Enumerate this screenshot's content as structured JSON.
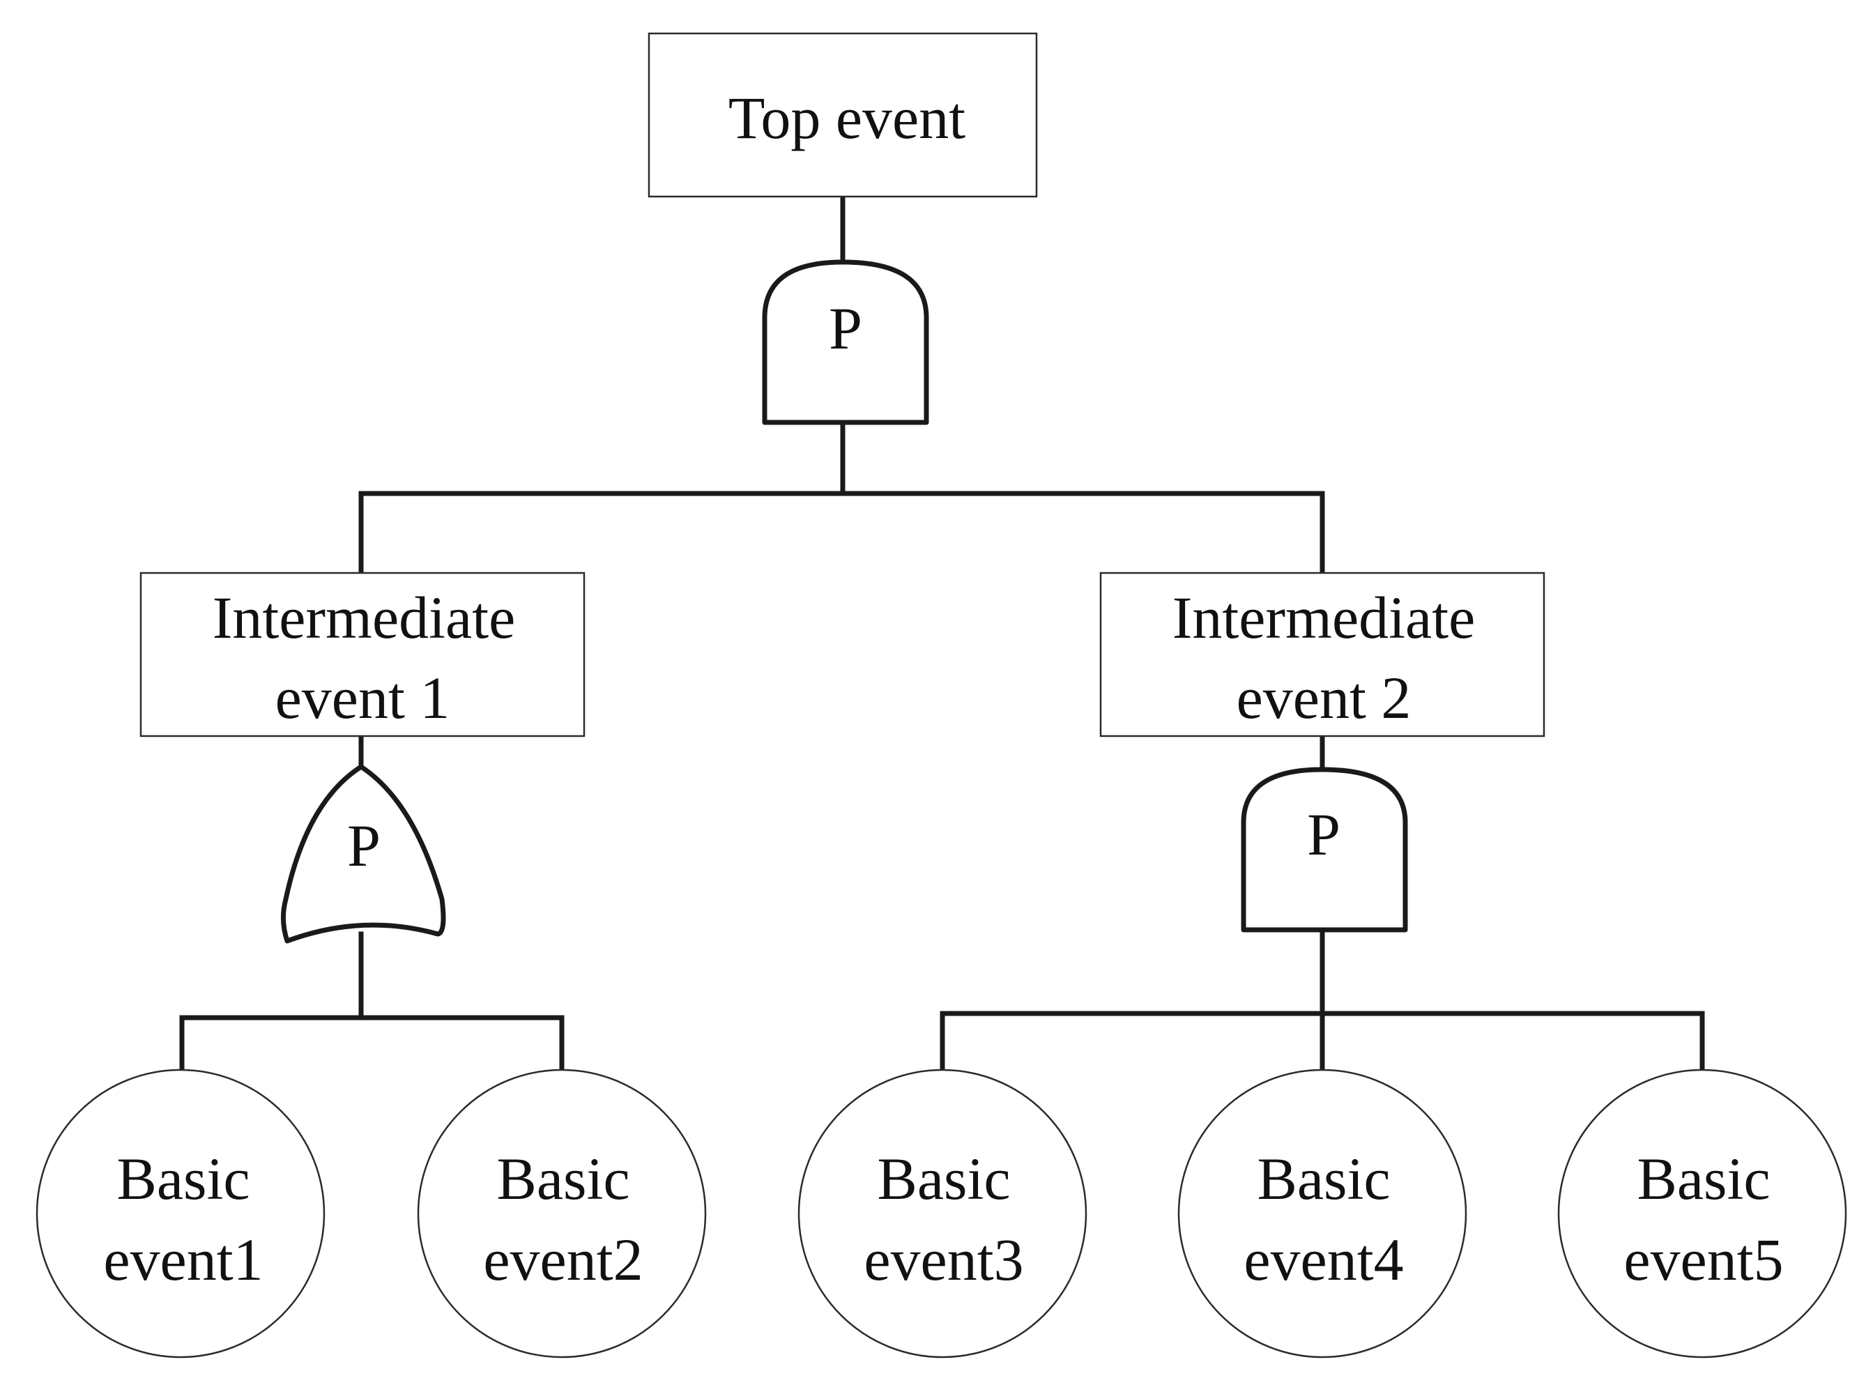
{
  "top_event": {
    "label": "Top event"
  },
  "gates": {
    "top_gate": {
      "type": "AND",
      "label": "P"
    },
    "gate_1": {
      "type": "OR",
      "label": "P"
    },
    "gate_2": {
      "type": "AND",
      "label": "P"
    }
  },
  "intermediate_events": [
    {
      "line1": "Intermediate",
      "line2": "event 1"
    },
    {
      "line1": "Intermediate",
      "line2": "event 2"
    }
  ],
  "basic_events": [
    {
      "line1": "Basic",
      "line2": "event1"
    },
    {
      "line1": "Basic",
      "line2": "event2"
    },
    {
      "line1": "Basic",
      "line2": "event3"
    },
    {
      "line1": "Basic",
      "line2": "event4"
    },
    {
      "line1": "Basic",
      "line2": "event5"
    }
  ]
}
